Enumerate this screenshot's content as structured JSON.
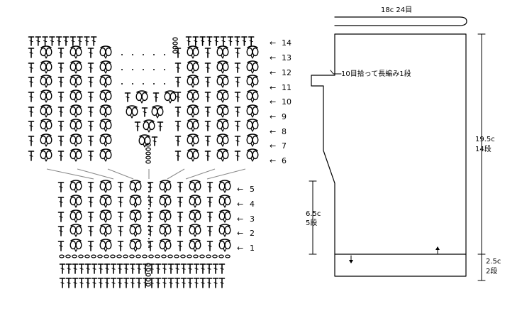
{
  "chart": {
    "upper_rows": [
      "6",
      "7",
      "8",
      "9",
      "10",
      "11",
      "12",
      "13",
      "14"
    ],
    "lower_rows": [
      "1",
      "2",
      "3",
      "4",
      "5"
    ],
    "arrow_glyph": "←"
  },
  "schematic": {
    "top_label": "18c  24目",
    "note_label": "10目拾って長編み1段",
    "body_length_label_1": "19.5c",
    "body_length_label_2": "14段",
    "side_label_1": "6.5c",
    "side_label_2": "5段",
    "bottom_label_1": "2.5c",
    "bottom_label_2": "2段"
  },
  "colors": {
    "ink": "#000000",
    "connector": "#8a8a8a",
    "background": "#ffffff"
  },
  "icons": [
    "treble-crochet-icon",
    "puff-stitch-icon",
    "chain-stitch-icon",
    "direction-arrow-icon"
  ]
}
